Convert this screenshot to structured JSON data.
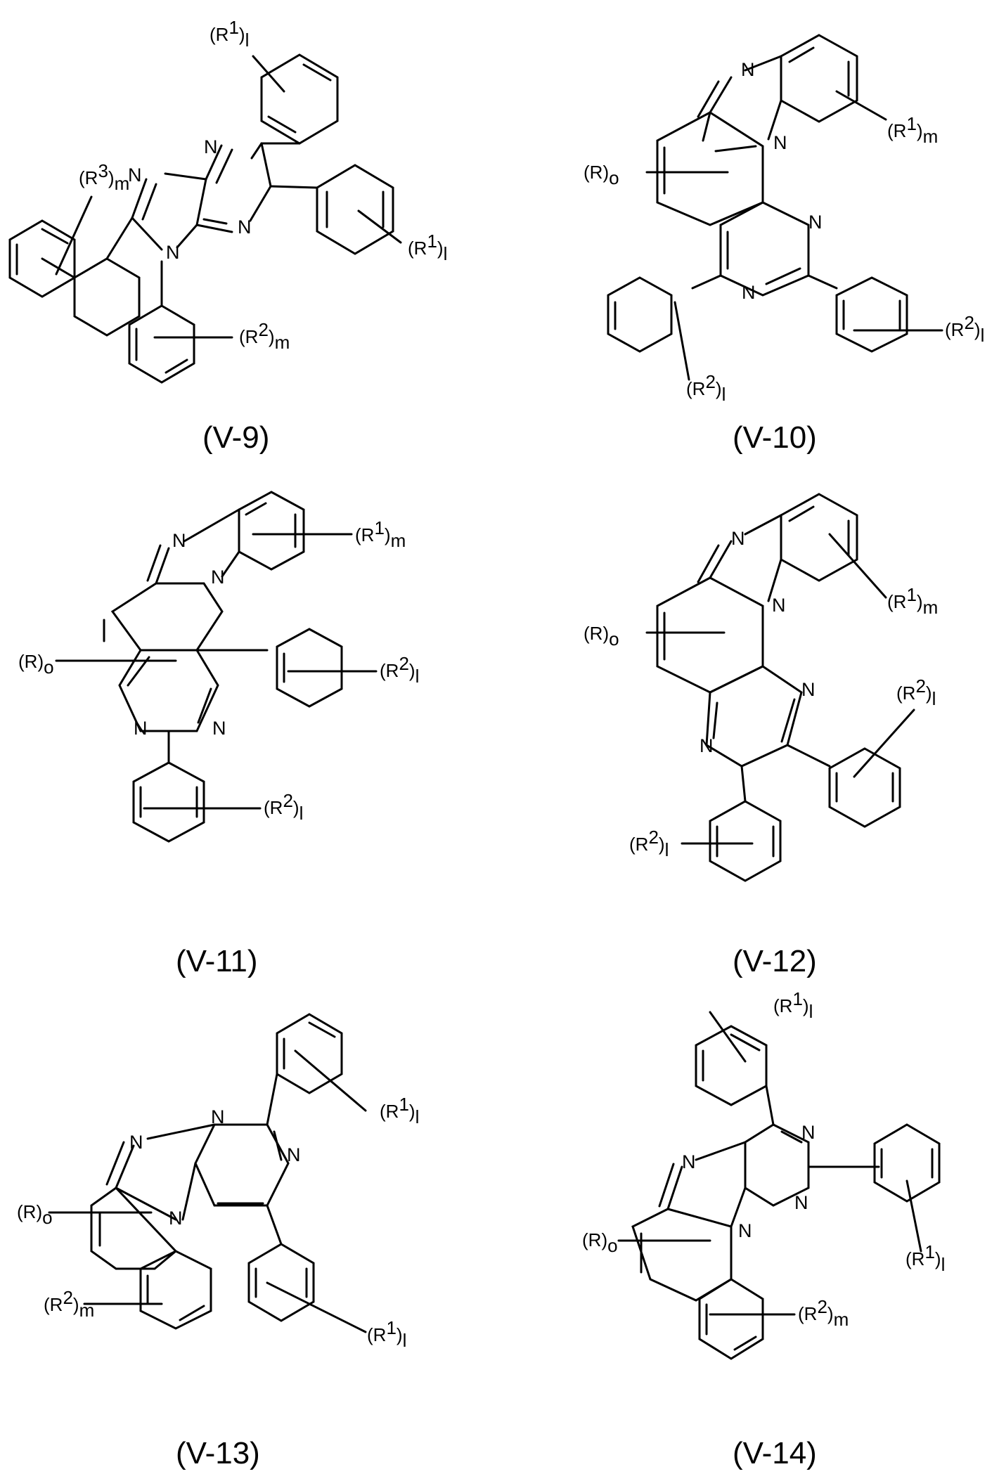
{
  "compounds": [
    {
      "caption": "(V-9)",
      "atoms": [
        "N",
        "N",
        "N",
        "N"
      ],
      "substituents": [
        {
          "label": "R",
          "sup": "1",
          "sub": "l"
        },
        {
          "label": "R",
          "sup": "1",
          "sub": "l"
        },
        {
          "label": "R",
          "sup": "3",
          "sub": "m"
        },
        {
          "label": "R",
          "sup": "2",
          "sub": "m"
        }
      ]
    },
    {
      "caption": "(V-10)",
      "atoms": [
        "N",
        "N",
        "N",
        "N"
      ],
      "substituents": [
        {
          "label": "R",
          "sup": "1",
          "sub": "m"
        },
        {
          "label": "R",
          "sup": "",
          "sub": "o"
        },
        {
          "label": "R",
          "sup": "2",
          "sub": "l"
        },
        {
          "label": "R",
          "sup": "2",
          "sub": "l"
        }
      ]
    },
    {
      "caption": "(V-11)",
      "atoms": [
        "N",
        "N",
        "N",
        "N"
      ],
      "substituents": [
        {
          "label": "R",
          "sup": "1",
          "sub": "m"
        },
        {
          "label": "R",
          "sup": "",
          "sub": "o"
        },
        {
          "label": "R",
          "sup": "2",
          "sub": "l"
        },
        {
          "label": "R",
          "sup": "2",
          "sub": "l"
        }
      ]
    },
    {
      "caption": "(V-12)",
      "atoms": [
        "N",
        "N",
        "N",
        "N"
      ],
      "substituents": [
        {
          "label": "R",
          "sup": "1",
          "sub": "m"
        },
        {
          "label": "R",
          "sup": "",
          "sub": "o"
        },
        {
          "label": "R",
          "sup": "2",
          "sub": "l"
        },
        {
          "label": "R",
          "sup": "2",
          "sub": "l"
        }
      ]
    },
    {
      "caption": "(V-13)",
      "atoms": [
        "N",
        "N",
        "N",
        "N"
      ],
      "substituents": [
        {
          "label": "R",
          "sup": "1",
          "sub": "l"
        },
        {
          "label": "R",
          "sup": "",
          "sub": "o"
        },
        {
          "label": "R",
          "sup": "1",
          "sub": "l"
        },
        {
          "label": "R",
          "sup": "2",
          "sub": "m"
        }
      ]
    },
    {
      "caption": "(V-14)",
      "atoms": [
        "N",
        "N",
        "N",
        "N"
      ],
      "substituents": [
        {
          "label": "R",
          "sup": "1",
          "sub": "l"
        },
        {
          "label": "R",
          "sup": "1",
          "sub": "l"
        },
        {
          "label": "R",
          "sup": "",
          "sub": "o"
        },
        {
          "label": "R",
          "sup": "2",
          "sub": "m"
        }
      ]
    }
  ]
}
